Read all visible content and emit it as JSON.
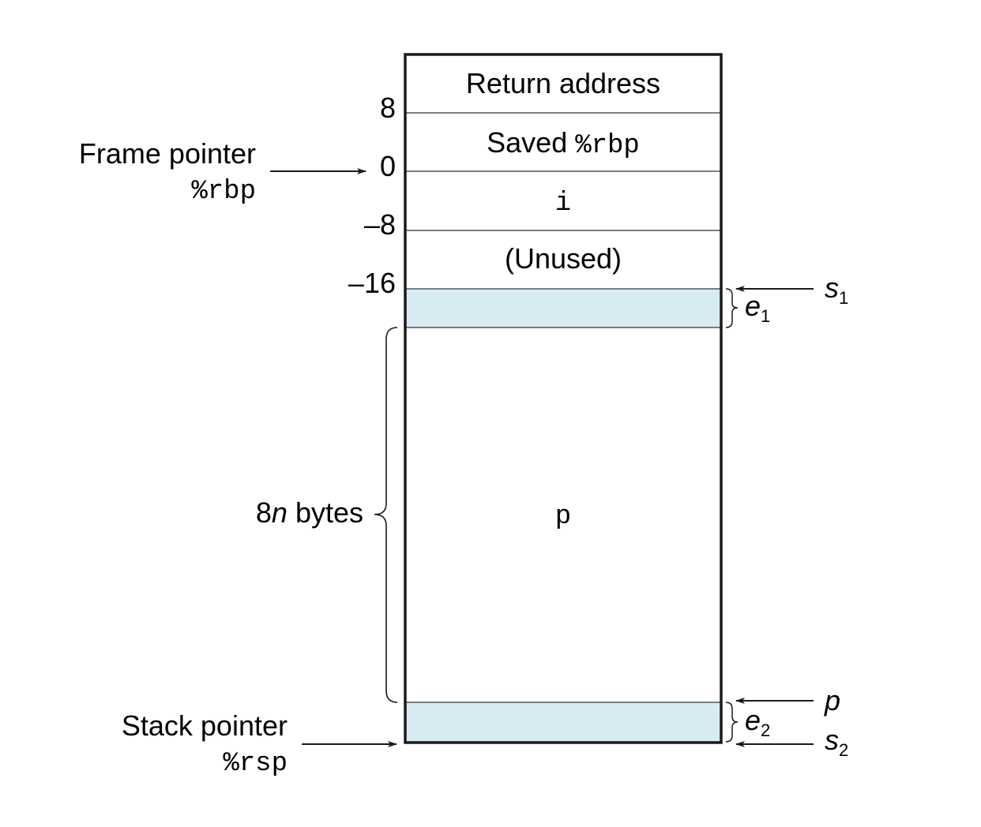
{
  "stack_frame": {
    "cells": {
      "return_address": "Return address",
      "saved_rbp_prefix": "Saved ",
      "saved_rbp_reg": "%rbp",
      "i": "i",
      "unused": "(Unused)",
      "p": "p"
    },
    "offsets": {
      "plus8": "8",
      "zero": "0",
      "minus8": "–8",
      "minus16": "–16"
    },
    "padding_fill_color": "#d6ebf2"
  },
  "frame_pointer": {
    "label": "Frame pointer",
    "register": "%rbp"
  },
  "stack_pointer": {
    "label": "Stack pointer",
    "register": "%rsp"
  },
  "bytes_brace": {
    "prefix": "8",
    "var": "n",
    "suffix": " bytes"
  },
  "right_markers": {
    "e1": {
      "letter": "e",
      "sub": "1"
    },
    "s1": {
      "letter": "s",
      "sub": "1"
    },
    "p": {
      "letter": "p"
    },
    "e2": {
      "letter": "e",
      "sub": "2"
    },
    "s2": {
      "letter": "s",
      "sub": "2"
    }
  }
}
